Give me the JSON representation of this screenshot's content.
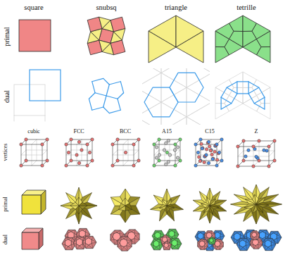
{
  "diagram": {
    "labels": [
      "square",
      "snubsq",
      "triangle",
      "tetrille",
      "primal",
      "dual",
      "cubic",
      "FCC",
      "BCC",
      "A15",
      "C15",
      "Z",
      "vertices",
      "primal",
      "dual"
    ]
  }
}
